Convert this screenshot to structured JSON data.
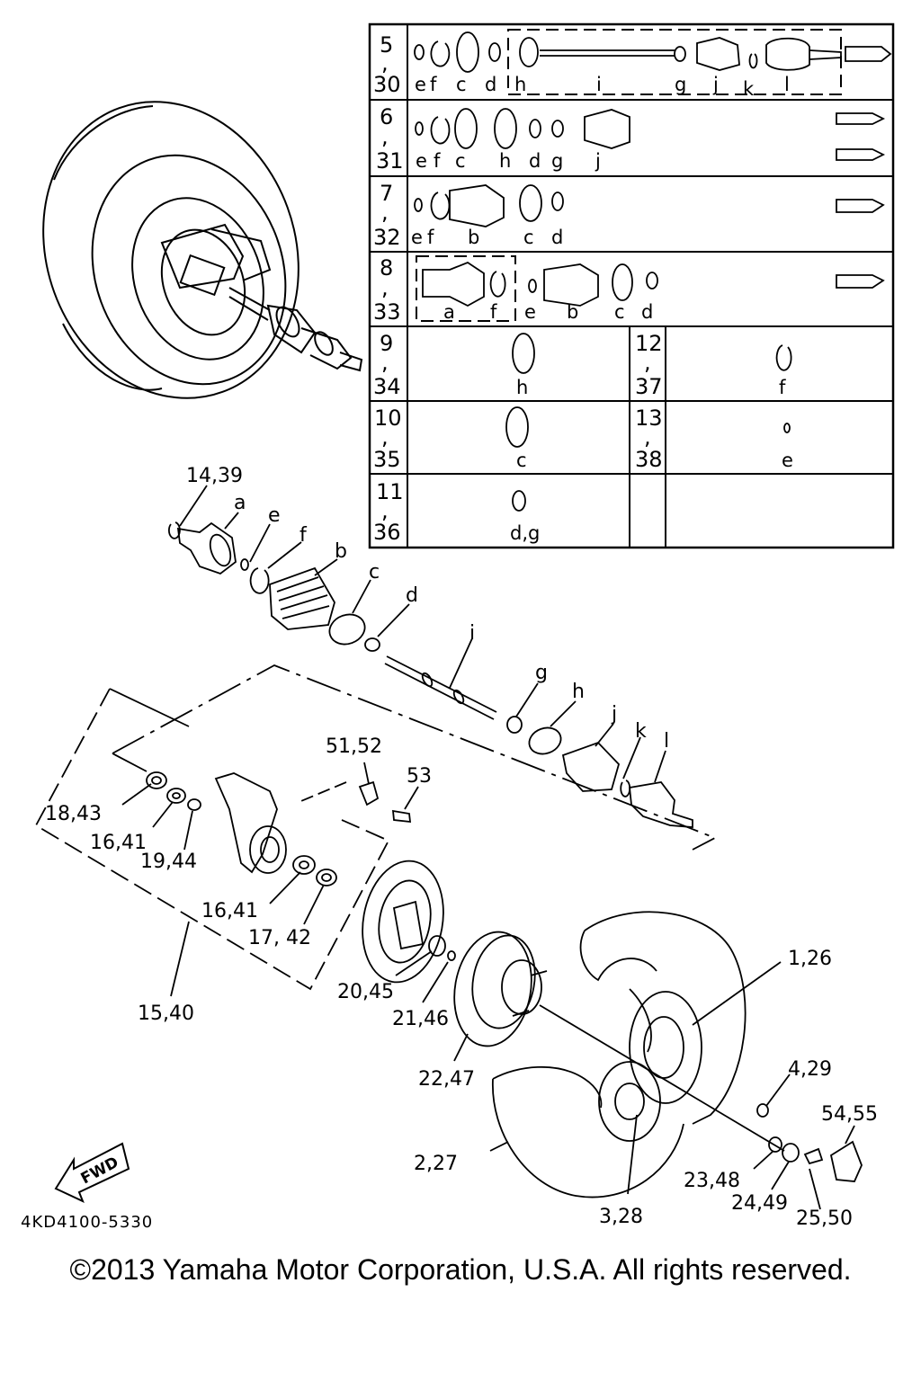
{
  "table": {
    "rows": [
      {
        "lines": [
          "5",
          ",",
          "30"
        ],
        "letters": [
          "e",
          "f",
          "c",
          "d",
          "h",
          "i",
          "g",
          "j",
          "k",
          "l"
        ]
      },
      {
        "lines": [
          "6",
          ",",
          "31"
        ],
        "letters": [
          "e",
          "f",
          "c",
          "h",
          "d",
          "g",
          "j"
        ]
      },
      {
        "lines": [
          "7",
          ",",
          "32"
        ],
        "letters": [
          "e",
          "f",
          "b",
          "c",
          "d"
        ]
      },
      {
        "lines": [
          "8",
          ",",
          "33"
        ],
        "letters": [
          "a",
          "f",
          "e",
          "b",
          "c",
          "d"
        ]
      },
      {
        "lines": [
          "9",
          ",",
          "34"
        ],
        "letters": [
          "h"
        ],
        "right_lines": [
          "12",
          ",",
          "37"
        ],
        "right_letters": [
          "f"
        ]
      },
      {
        "lines": [
          "10",
          ",",
          "35"
        ],
        "letters": [
          "c"
        ],
        "right_lines": [
          "13",
          ",",
          "38"
        ],
        "right_letters": [
          "e"
        ]
      },
      {
        "lines": [
          "11",
          ",",
          "36"
        ],
        "letters": [
          "d,g"
        ]
      }
    ]
  },
  "callouts": {
    "c14_39": "14,39",
    "a": "a",
    "e": "e",
    "f": "f",
    "b": "b",
    "c": "c",
    "d": "d",
    "i": "i",
    "g": "g",
    "h": "h",
    "j": "j",
    "k": "k",
    "l": "l",
    "c51_52": "51,52",
    "c53": "53",
    "c18_43": "18,43",
    "c16_41a": "16,41",
    "c19_44": "19,44",
    "c16_41b": "16,41",
    "c17_42": "17, 42",
    "c15_40": "15,40",
    "c20_45": "20,45",
    "c21_46": "21,46",
    "c22_47": "22,47",
    "c1_26": "1,26",
    "c4_29": "4,29",
    "c54_55": "54,55",
    "c2_27": "2,27",
    "c23_48": "23,48",
    "c24_49": "24,49",
    "c3_28": "3,28",
    "c25_50": "25,50"
  },
  "fwd": "FWD",
  "diagram_code": "4KD4100-5330",
  "copyright": "©2013 Yamaha Motor Corporation, U.S.A. All rights reserved."
}
